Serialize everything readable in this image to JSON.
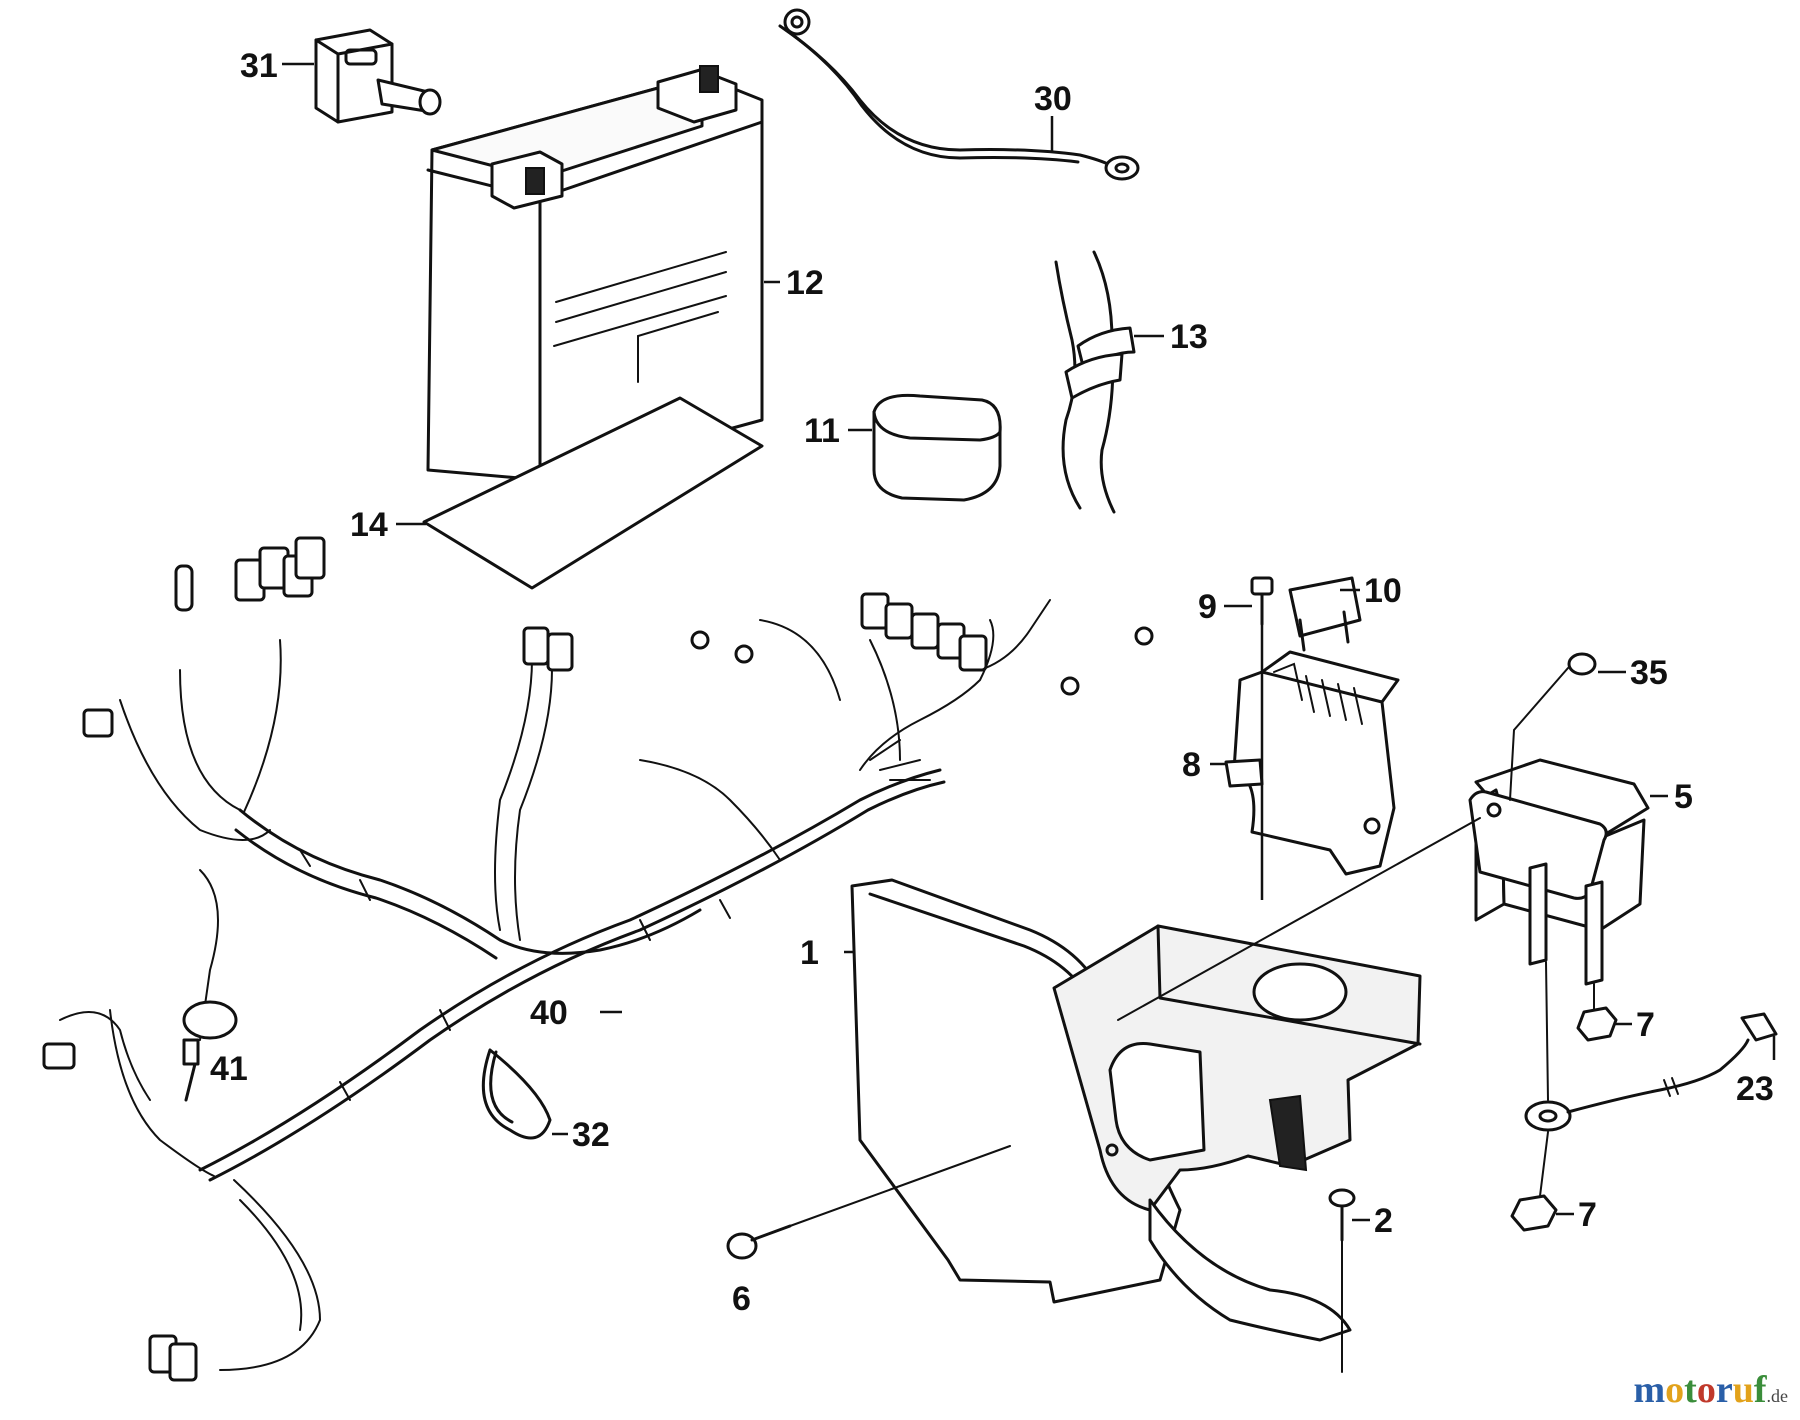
{
  "brand": {
    "letters": [
      "m",
      "o",
      "t",
      "o",
      "r",
      "u",
      "f"
    ],
    "letter_colors": [
      "#2a5fa8",
      "#e2a21b",
      "#3a8d3a",
      "#c0392b",
      "#2a5fa8",
      "#e2a21b",
      "#3a8d3a"
    ],
    "tld": ".de"
  },
  "callouts": [
    {
      "id": "31",
      "label": "31"
    },
    {
      "id": "30",
      "label": "30"
    },
    {
      "id": "12",
      "label": "12"
    },
    {
      "id": "13",
      "label": "13"
    },
    {
      "id": "11",
      "label": "11"
    },
    {
      "id": "14",
      "label": "14"
    },
    {
      "id": "9",
      "label": "9"
    },
    {
      "id": "10",
      "label": "10"
    },
    {
      "id": "35",
      "label": "35"
    },
    {
      "id": "8",
      "label": "8"
    },
    {
      "id": "5",
      "label": "5"
    },
    {
      "id": "1",
      "label": "1"
    },
    {
      "id": "40",
      "label": "40"
    },
    {
      "id": "7a",
      "label": "7"
    },
    {
      "id": "41",
      "label": "41"
    },
    {
      "id": "23",
      "label": "23"
    },
    {
      "id": "32",
      "label": "32"
    },
    {
      "id": "2",
      "label": "2"
    },
    {
      "id": "7b",
      "label": "7"
    },
    {
      "id": "6",
      "label": "6"
    }
  ]
}
